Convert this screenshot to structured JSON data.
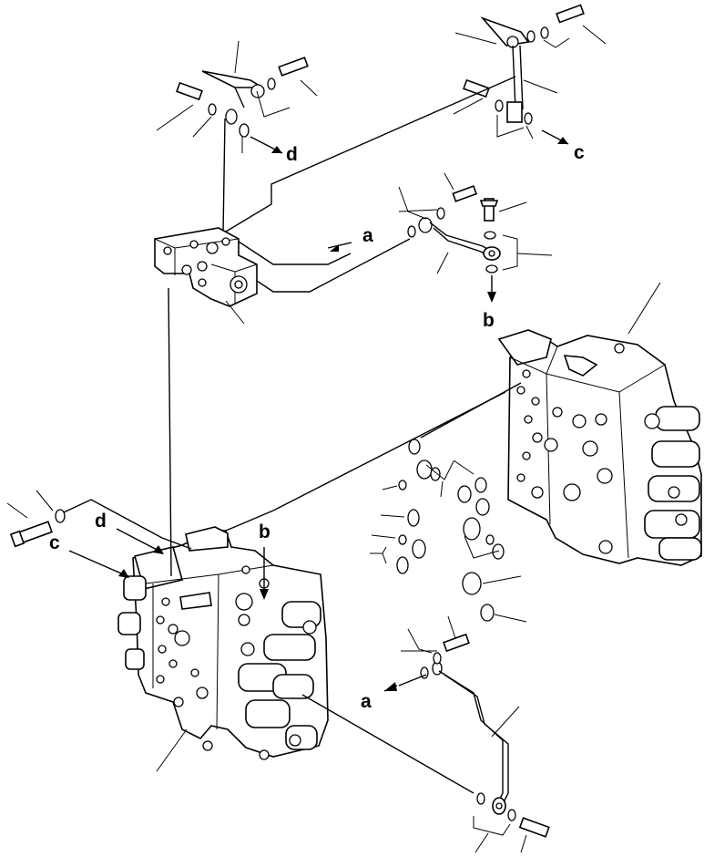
{
  "labels": {
    "a_top": "a",
    "a_bottom": "a",
    "b_top": "b",
    "b_left": "b",
    "c_top": "c",
    "c_left": "c",
    "d_top": "d",
    "d_left": "d"
  }
}
